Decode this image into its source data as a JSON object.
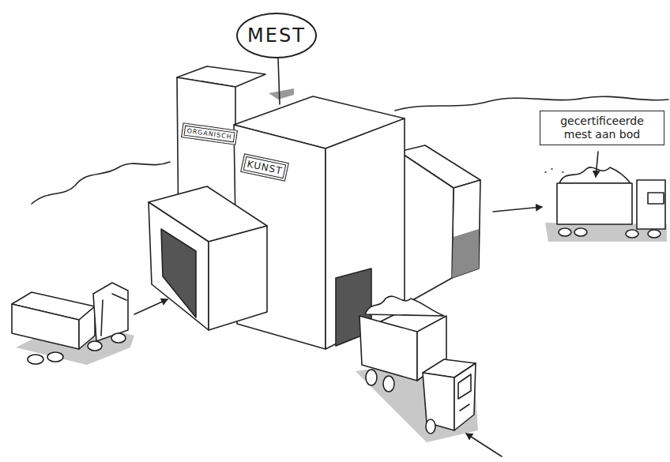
{
  "diagram": {
    "nodes": [
      {
        "text": [
          "MEST"
        ]
      },
      {
        "text": [
          "ORGANISCH"
        ]
      },
      {
        "text": [
          "KUNST"
        ]
      },
      {
        "text": [
          "gecertificeerde mest aan bod"
        ]
      }
    ]
  }
}
